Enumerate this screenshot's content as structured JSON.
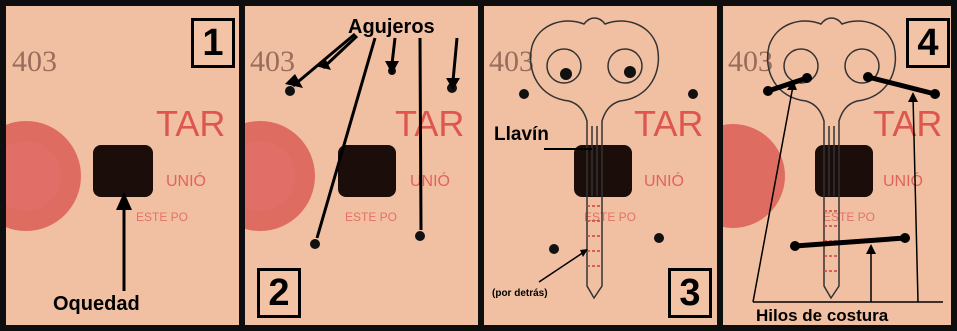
{
  "stamp_text": {
    "number": "403",
    "big": "TAR",
    "mid": "UNIÓ",
    "small": "ESTE PO"
  },
  "panels": [
    {
      "number": "1",
      "labels": {
        "oquedad": "Oquedad"
      }
    },
    {
      "number": "2",
      "labels": {
        "agujeros": "Agujeros"
      }
    },
    {
      "number": "3",
      "labels": {
        "llavin": "Llavín",
        "detras": "(por detrás)"
      }
    },
    {
      "number": "4",
      "labels": {
        "hilos": "Hilos de costura"
      }
    }
  ],
  "colors": {
    "paper": "#f1c0a3",
    "ink_red": "#d93d3a",
    "seal_red": "#d8504b",
    "hole": "#1a0d0a",
    "annotation": "#000000"
  }
}
